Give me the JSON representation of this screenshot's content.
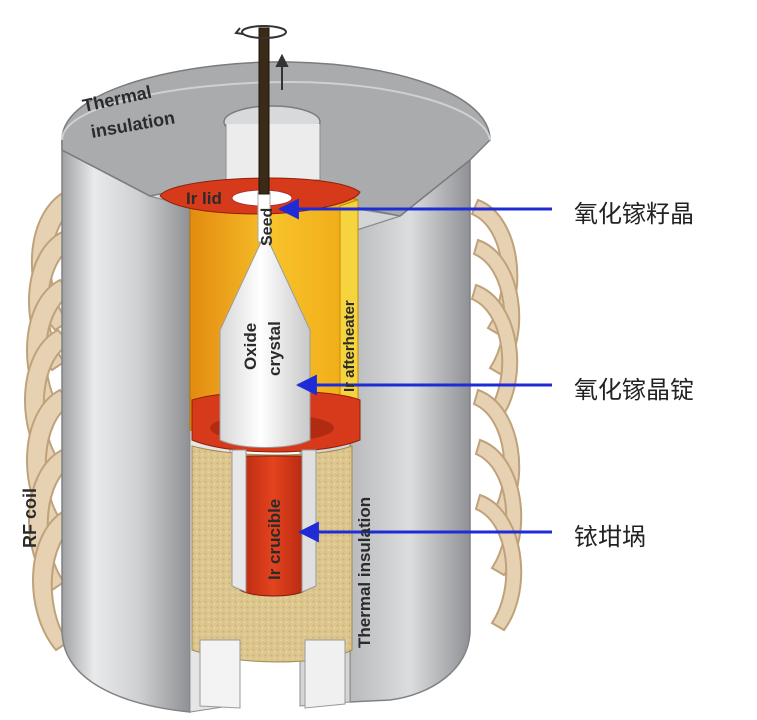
{
  "labels": {
    "thermal_insulation_top_line1": "Thermal",
    "thermal_insulation_top_line2": "insulation",
    "ir_lid": "Ir lid",
    "seed": "Seed",
    "ir_afterheater": "Ir afterheater",
    "oxide_crystal_line1": "Oxide",
    "oxide_crystal_line2": "crystal",
    "ir_crucible": "Ir crucible",
    "thermal_insulation_side": "Thermal insulation",
    "rf_coil": "RF coil"
  },
  "callouts": [
    {
      "text": "氧化镓籽晶"
    },
    {
      "text": "氧化镓晶锭"
    },
    {
      "text": "铱坩埚"
    }
  ],
  "colors": {
    "insulation": "#c9cacc",
    "iridium": "#d63a1a",
    "afterheater": "#f3b21b",
    "ceramic": "#d9c48d",
    "coil": "#e6d1b2",
    "arrow": "#1f2bd6"
  }
}
